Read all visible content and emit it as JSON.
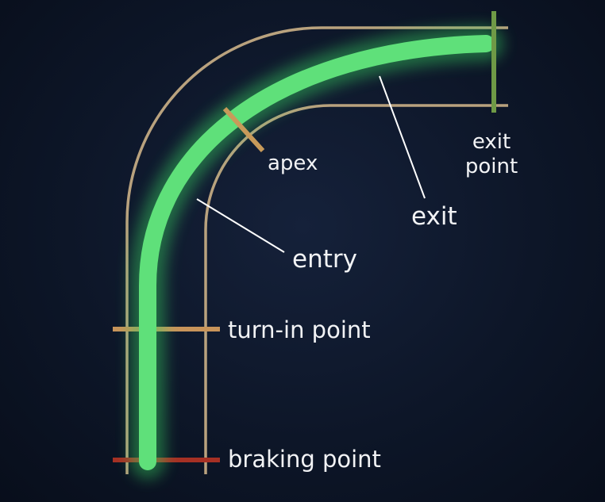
{
  "labels": {
    "apex": "apex",
    "exit_point_line1": "exit",
    "exit_point_line2": "point",
    "exit": "exit",
    "entry": "entry",
    "turn_in_point": "turn-in point",
    "braking_point": "braking point"
  },
  "colors": {
    "track_edge": "#b9a27e",
    "racing_line": "#5fe07a",
    "turn_in_marker": "#c8945a",
    "apex_marker": "#c89a5a",
    "braking_marker": "#a63024",
    "exit_marker": "#6f9a46",
    "pointer_line": "#ffffff",
    "label_text": "#f2f3f5"
  }
}
